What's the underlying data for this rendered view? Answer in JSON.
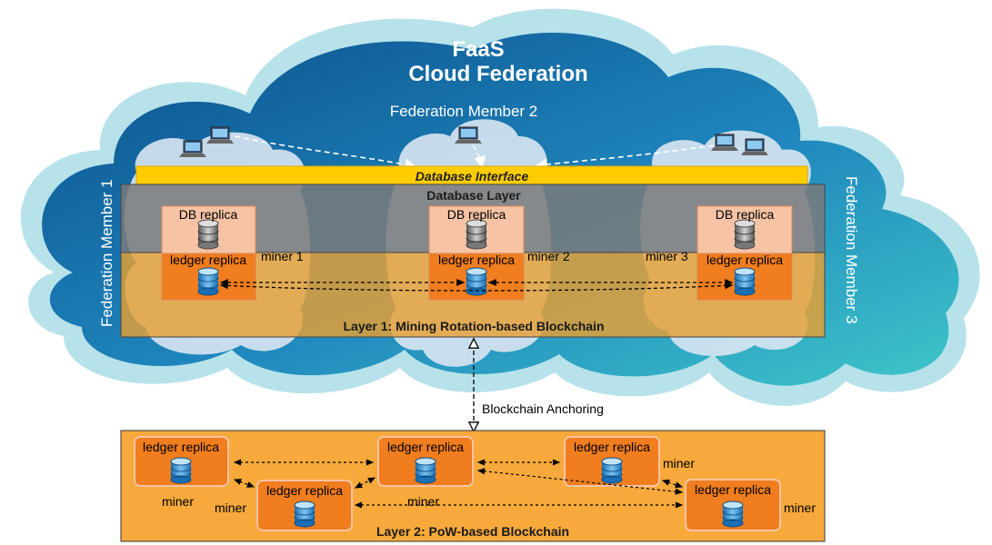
{
  "header": {
    "title_line1": "FaaS",
    "title_line2": "Cloud Federation"
  },
  "members": {
    "member1": "Federation Member 1",
    "member2": "Federation Member 2",
    "member3": "Federation Member 3"
  },
  "layer1": {
    "db_interface": "Database Interface",
    "db_layer": "Database Layer",
    "title": "Layer 1: Mining Rotation-based Blockchain",
    "nodes": [
      {
        "db_label": "DB replica",
        "ledger_label": "ledger replica",
        "miner": "miner 1"
      },
      {
        "db_label": "DB replica",
        "ledger_label": "ledger replica",
        "miner": "miner 2"
      },
      {
        "db_label": "DB replica",
        "ledger_label": "ledger replica",
        "miner": "miner 3"
      }
    ]
  },
  "anchoring": "Blockchain Anchoring",
  "layer2": {
    "title": "Layer 2: PoW-based Blockchain",
    "nodes": [
      {
        "label": "ledger replica",
        "miner": "miner"
      },
      {
        "label": "ledger replica",
        "miner": "miner"
      },
      {
        "label": "ledger replica",
        "miner": "miner"
      },
      {
        "label": "ledger replica",
        "miner": "miner"
      },
      {
        "label": "ledger replica",
        "miner": "miner"
      }
    ]
  },
  "colors": {
    "cloud_dark": "#0f6aa8",
    "cloud_light": "#3fc7c9",
    "cloud_rim": "#a9dde6",
    "db_interface": "#ffcc00",
    "db_layer": "#808080",
    "layer1": "#e8a033",
    "node_orange": "#f07d1e",
    "db_box": "#f6c3a4",
    "layer2_bg": "#f7a93b"
  }
}
